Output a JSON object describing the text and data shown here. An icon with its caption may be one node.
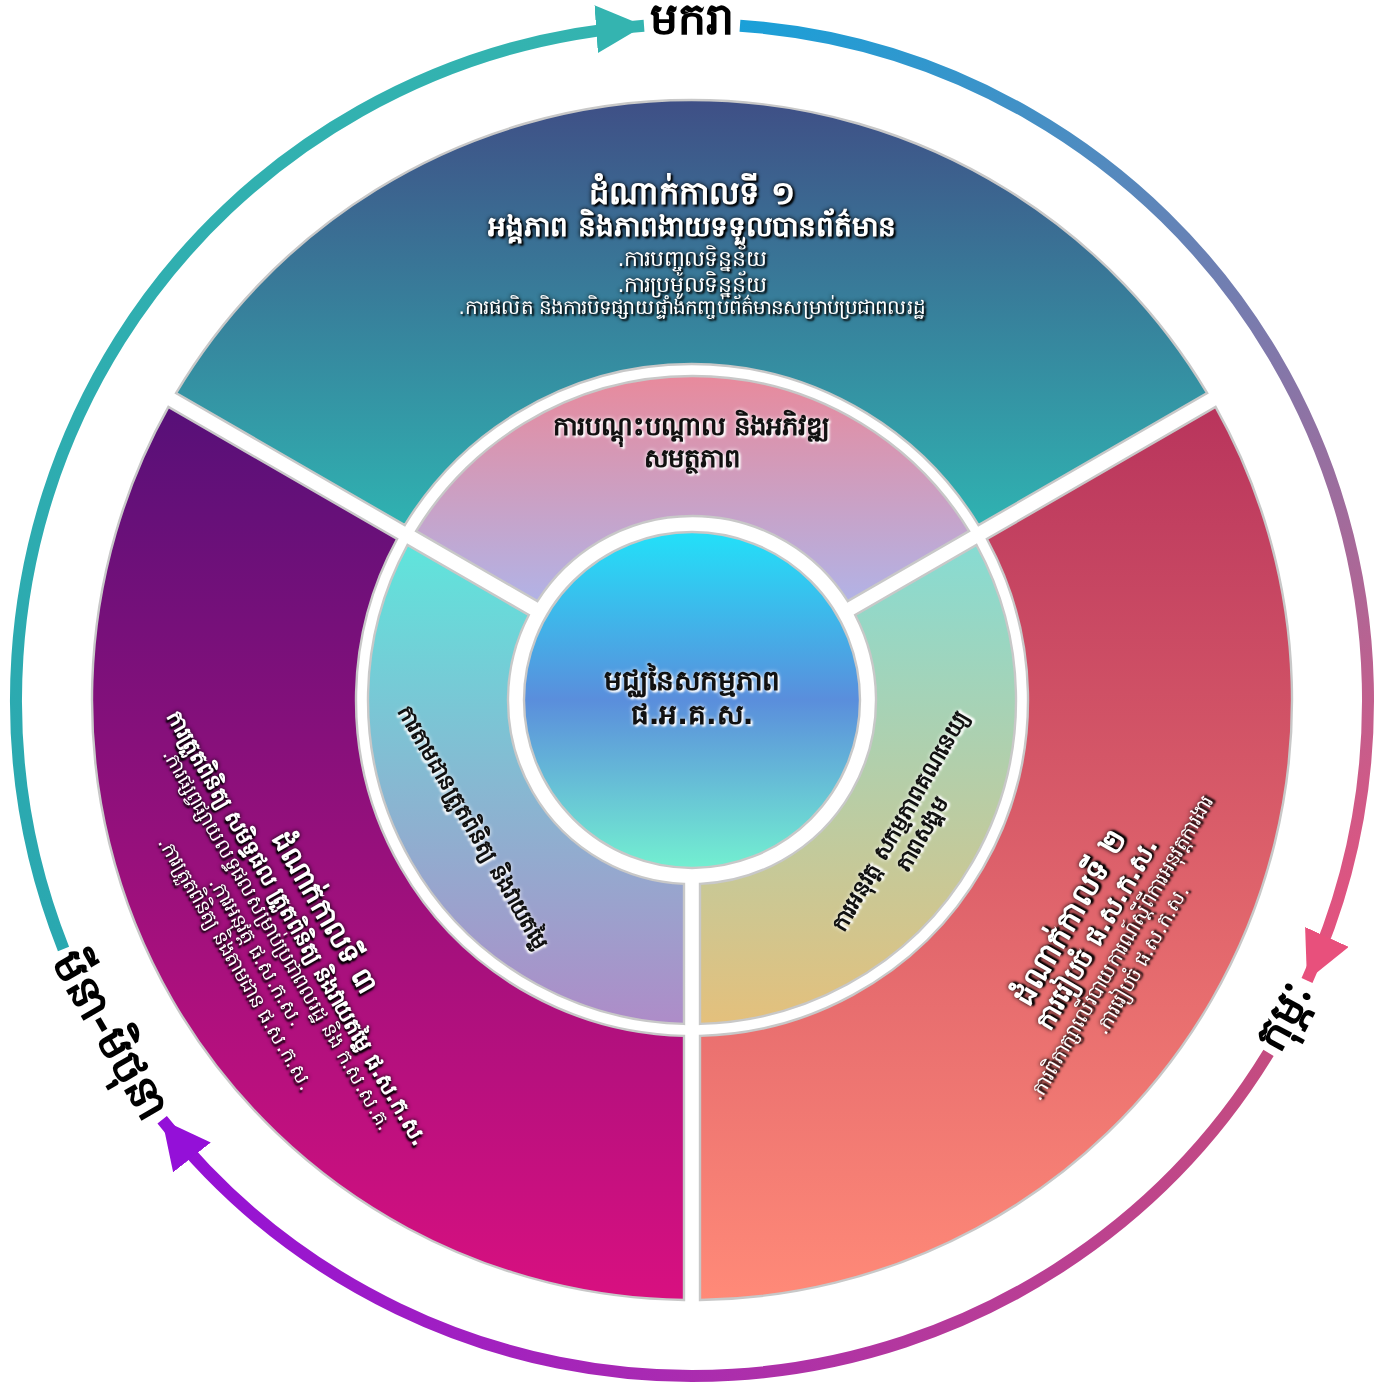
{
  "diagram": {
    "nodes": [
      {
        "text": [
          "ដំណាក់កាលទី ១",
          "អង្គភាព និងភាពងាយទទួលបានព័ត៌មាន",
          ".ការបញ្ចូលទិន្នន័យ",
          ".ការប្រមូលទិន្នន័យ",
          ".ការផលិត និងការបិទផ្សាយផ្ទាំងកញ្ចប់ព័ត៌មានសម្រាប់ប្រជាពលរដ្ឋ"
        ]
      },
      {
        "text": [
          "ដំណាក់កាលទី ២",
          "ការរៀបចំ ផ.ស.ក.ស.",
          ".ការពិភាក្សាលើរបាយការណ៍ស្តីពីការអនុវត្តការងារ",
          ".ការរៀបចំ ផ.ស.ក.ស."
        ]
      },
      {
        "text": [
          "ដំណាក់កាលទី ៣",
          "ការត្រួតពិនិត្យ សមិទ្ធផល ត្រួតពិនិត្យ និងវាយតម្លៃ ផ.ស.ក.ស.",
          ".ការផ្សព្វផ្សាយលទ្ធផលសម្រាប់ប្រជាពលរដ្ឋ និង ក.ស.ស.គ.",
          ".ការអនុវត្ត ផ.ស.ក.ស.",
          ".ការត្រួតពិនិត្យ និងតាមដាន ផ.ស.ក.ស."
        ]
      },
      {
        "text": [
          "ការបណ្តុះបណ្តាល និងអភិវឌ្ឍសមត្ថភាព"
        ]
      },
      {
        "text": [
          "ការអនុវត្ត សកម្មភាពគណនេយ្យភាពសង្គម"
        ]
      },
      {
        "text": [
          "ការតាមដានត្រួតពិនិត្យ និងវាយតម្លៃ"
        ]
      },
      {
        "text": [
          "មជ្ឈនៃសកម្មភាព",
          "ផ.អ.គ.ស."
        ]
      },
      {
        "text": [
          "មករា"
        ]
      },
      {
        "text": [
          "កុម្ភៈ"
        ]
      },
      {
        "text": [
          "មីនា-មិថុនា"
        ]
      }
    ],
    "edges": [
      {
        "from": 9,
        "to": 7,
        "arrow": "to"
      },
      {
        "from": 7,
        "to": 8,
        "arrow": "to"
      },
      {
        "from": 8,
        "to": 9,
        "arrow": "to"
      }
    ]
  }
}
